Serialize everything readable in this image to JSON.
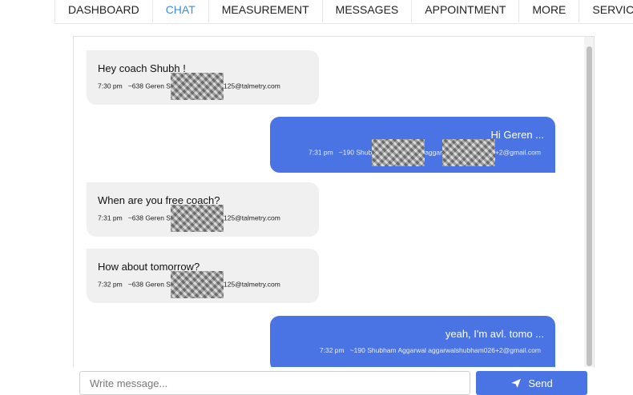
{
  "tabs": [
    {
      "label": "DASHBOARD"
    },
    {
      "label": "CHAT"
    },
    {
      "label": "MEASUREMENT"
    },
    {
      "label": "MESSAGES"
    },
    {
      "label": "APPOINTMENT"
    },
    {
      "label": "MORE"
    },
    {
      "label": "SERVICES"
    }
  ],
  "messages": [
    {
      "text": "Hey coach Shubh !",
      "time": "7:30 pm",
      "sender_prefix": "~638 Geren S",
      "sender_suffix": "125@talmetry.com"
    },
    {
      "text": "Hi Geren ...",
      "time": "7:31 pm",
      "sender_prefix": "~190 Shub",
      "sender_mid": "aggar",
      "sender_suffix": "+2@gmail.com"
    },
    {
      "text": "When are you free coach?",
      "time": "7:31 pm",
      "sender_prefix": "~638 Geren S",
      "sender_suffix": "125@talmetry.com"
    },
    {
      "text": "How about tomorrow?",
      "time": "7:32 pm",
      "sender_prefix": "~638 Geren S",
      "sender_suffix": "125@talmetry.com"
    },
    {
      "text": "yeah, I'm avl. tomo ...",
      "time": "7:32 pm",
      "sender": "~190 Shubham Aggarwal aggarwalshubham026+2@gmail.com"
    }
  ],
  "composer": {
    "placeholder": "Write message...",
    "send_label": "Send"
  },
  "colors": {
    "accent": "#4a74e3",
    "active_tab": "#3f8be6"
  }
}
